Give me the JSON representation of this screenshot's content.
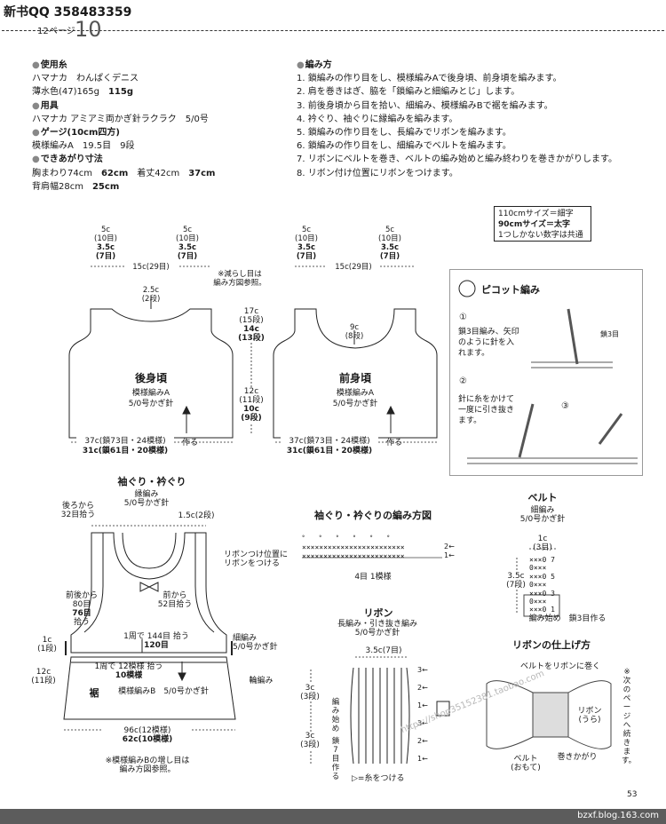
{
  "header": {
    "title": "新书QQ 358483359",
    "page_label": "12ページ",
    "pattern_number": "10"
  },
  "materials": {
    "yarn_heading": "使用糸",
    "yarn_line1": "ハマナカ　わんぱくデニス",
    "yarn_line2": "薄水色(47)165g",
    "yarn_line2_b": "115g",
    "tools_heading": "用具",
    "tools_line1": "ハマナカ アミアミ両かぎ針ラクラク　5/0号",
    "gauge_heading": "ゲージ(10cm四方)",
    "gauge_line1": "模様編みA　19.5目　9段",
    "size_heading": "できあがり寸法",
    "size_line1_a": "胸まわり74cm",
    "size_line1_b": "62cm",
    "size_line1_c": "着丈42cm",
    "size_line1_d": "37cm",
    "size_line2_a": "背肩幅28cm",
    "size_line2_b": "25cm"
  },
  "method": {
    "heading": "編み方",
    "steps": [
      "1. 鎖編みの作り目をし、模様編みAで後身頃、前身頃を編みます。",
      "2. 肩を巻きはぎ、脇を「鎖編みと細編みとじ」します。",
      "3. 前後身頃から目を拾い、細編み、模様編みBで裾を編みます。",
      "4. 衿ぐり、袖ぐりに縁編みを編みます。",
      "5. 鎖編みの作り目をし、長編みでリボンを編みます。",
      "6. 鎖編みの作り目をし、細編みでベルトを編みます。",
      "7. リボンにベルトを巻き、ベルトの編み始めと編み終わりを巻きかがりします。",
      "8. リボン付け位置にリボンをつけます。"
    ]
  },
  "size_note": {
    "line1": "110cmサイズ＝細字",
    "line2": "90cmサイズ＝太字",
    "line3": "1つしかない数字は共通"
  },
  "back_body": {
    "top_left_1": "5c",
    "top_left_2": "(10目)",
    "top_left_3": "3.5c",
    "top_left_4": "(7目)",
    "top_right_1": "5c",
    "top_right_2": "(10目)",
    "top_right_3": "3.5c",
    "top_right_4": "(7目)",
    "neck_width": "15c(29目)",
    "neck_depth_1": "2.5c",
    "neck_depth_2": "(2段)",
    "decrease_note_1": "※減らし目は",
    "decrease_note_2": "編み方図参照。",
    "name": "後身頃",
    "pattern": "模様編みA",
    "hook": "5/0号かぎ針",
    "bottom_1": "37c(鎖73目・24模様)",
    "bottom_2": "31c(鎖61目・20模様)",
    "make": "作る"
  },
  "mid_dims": {
    "a1": "17c",
    "a2": "(15段)",
    "a3": "14c",
    "a4": "(13段)",
    "b1": "12c",
    "b2": "(11段)",
    "b3": "10c",
    "b4": "(9段)"
  },
  "front_body": {
    "top_left_1": "5c",
    "top_left_2": "(10目)",
    "top_left_3": "3.5c",
    "top_left_4": "(7目)",
    "top_right_1": "5c",
    "top_right_2": "(10目)",
    "top_right_3": "3.5c",
    "top_right_4": "(7目)",
    "neck_width": "15c(29目)",
    "neck_depth_1": "9c",
    "neck_depth_2": "(8段)",
    "name": "前身頃",
    "pattern": "模様編みA",
    "hook": "5/0号かぎ針",
    "bottom_1": "37c(鎖73目・24模様)",
    "bottom_2": "31c(鎖61目・20模様)",
    "make": "作る"
  },
  "picot": {
    "title": "ピコット編み",
    "step1_1": "鎖3目編み、矢印",
    "step1_2": "のように針を入",
    "step1_3": "れます。",
    "chain3": "鎖3目",
    "step2_1": "針に糸をかけて",
    "step2_2": "一度に引き抜き",
    "step2_3": "ます。"
  },
  "armhole": {
    "title": "袖ぐり・衿ぐり",
    "edge_1": "縁編み",
    "edge_2": "5/0号かぎ針",
    "back_pick_1": "後ろから",
    "back_pick_2": "32目拾う",
    "width_2": "1.5c(2段)",
    "ribbon_pos_1": "リボンつけ位置に",
    "ribbon_pos_2": "リボンをつける",
    "front_pick_1": "前から",
    "front_pick_2": "52目拾う",
    "fb_pick_1": "前後から",
    "fb_pick_2": "80目",
    "fb_pick_3": "76目",
    "fb_pick_4": "拾う",
    "round_1": "1周で",
    "round_2": "144目",
    "round_3": "120目",
    "round_4": "拾う",
    "sc_1": "細編み",
    "sc_2": "5/0号かぎ針",
    "row1_1": "1c",
    "row1_2": "(1段)",
    "row12_1": "12c",
    "row12_2": "(11段)",
    "round_p1": "1周で",
    "round_p2": "12模様",
    "round_p3": "10模様",
    "round_p4": "拾う",
    "ring": "輪編み",
    "hem": "裾",
    "hem_pattern": "模様編みB　5/0号かぎ針",
    "bottom_1": "96c(12模様)",
    "bottom_2": "62c(10模様)",
    "increase_1": "※模様編みBの増し目は",
    "increase_2": "編み方図参照。"
  },
  "chart": {
    "title": "袖ぐり・衿ぐりの編み方図",
    "row2": "2←",
    "row1": "1←",
    "repeat": "4目 1模様"
  },
  "ribbon": {
    "title": "リボン",
    "sub_1": "長編み・引き抜き編み",
    "sub_2": "5/0号かぎ針",
    "width": "3.5c(7目)",
    "h1_1": "3c",
    "h1_2": "(3段)",
    "h2_1": "3c",
    "h2_2": "(3段)",
    "start_1": "編み始め",
    "start_2": "鎖7目作る",
    "row3": "3←",
    "row2": "2←",
    "row1": "1←",
    "row3b": "3←",
    "row2b": "2←",
    "row1b": "1←",
    "cut_note": "=糸をつける"
  },
  "belt": {
    "title": "ベルト",
    "sub_1": "細編み",
    "sub_2": "5/0号かぎ針",
    "width_1": "1c",
    "width_2": "(3目)",
    "h_1": "3.5c",
    "h_2": "(7段)",
    "r7": "7",
    "r5": "5",
    "r3": "3",
    "r1": "1",
    "start": "編み始め　鎖3目作る"
  },
  "finish": {
    "title": "リボンの仕上げ方",
    "wrap": "ベルトをリボンに巻く",
    "ribbon_back_1": "リボン",
    "ribbon_back_2": "(うら)",
    "belt_front_1": "ベルト",
    "belt_front_2": "(おもて)",
    "whip": "巻きかがり",
    "continue_note": "※次のページへ続きます。",
    "watermark": "https://shop35152381.taobao.com"
  },
  "footer": {
    "page_number": "53",
    "site": "bzxf.blog.163.com"
  }
}
